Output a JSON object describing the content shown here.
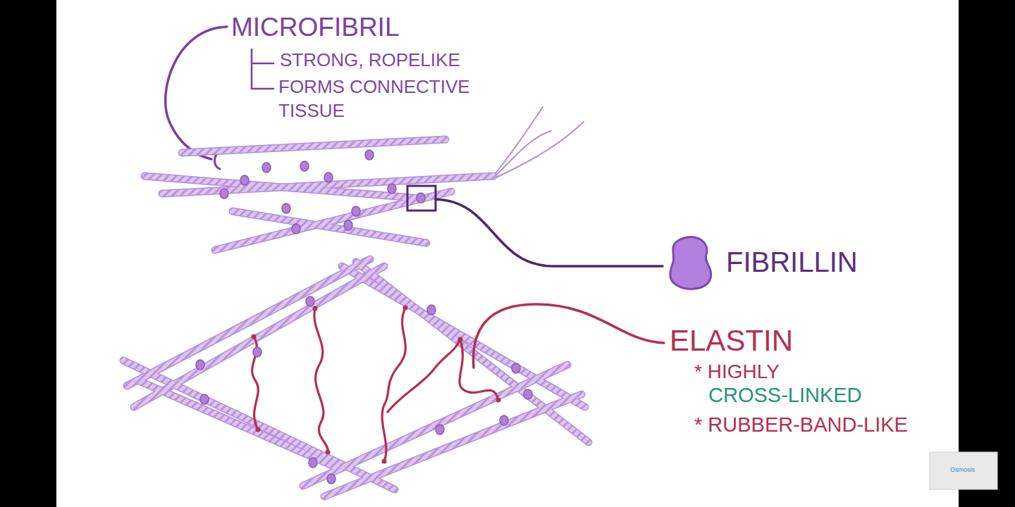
{
  "diagram": {
    "labels": [
      "MICROFIBRIL",
      "STRONG, ROPELIKE",
      "FORMS CONNECTIVE TISSUE",
      "FIBRILLIN",
      "ELASTIN",
      "* HIGHLY",
      "CROSS-LINKED",
      "* RUBBER-BAND-LIKE",
      "Osmosis"
    ]
  }
}
